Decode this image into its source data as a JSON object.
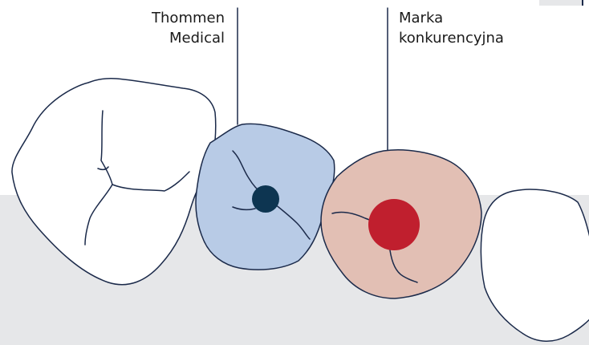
{
  "labels": {
    "left": {
      "line1": "Thommen",
      "line2": "Medical"
    },
    "right": {
      "line1": "Marka",
      "line2": "konkurencyjna"
    }
  },
  "colors": {
    "outline": "#1b2a4a",
    "band": "#e6e7e9",
    "thommen_tooth": "#b8cbe6",
    "thommen_implant": "#0d3551",
    "competitor_tooth": "#e2bfb4",
    "competitor_implant": "#c01f2e"
  }
}
